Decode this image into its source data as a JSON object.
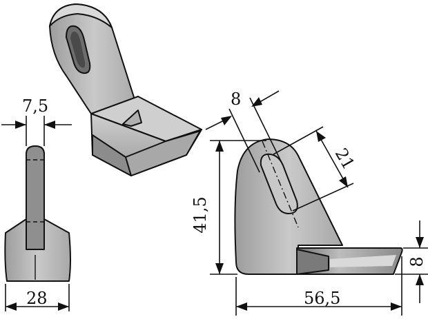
{
  "drawing": {
    "dimensions": {
      "blade_thickness": "7,5",
      "base_width": "28",
      "hole_width": "8",
      "hole_length": "21",
      "overall_height": "41,5",
      "foot_thickness": "8",
      "overall_length": "56,5"
    },
    "colors": {
      "part_fill": "#b9b9b9",
      "part_shade": "#8f8f8f",
      "part_light": "#d4d4d4",
      "line": "#111111"
    }
  }
}
